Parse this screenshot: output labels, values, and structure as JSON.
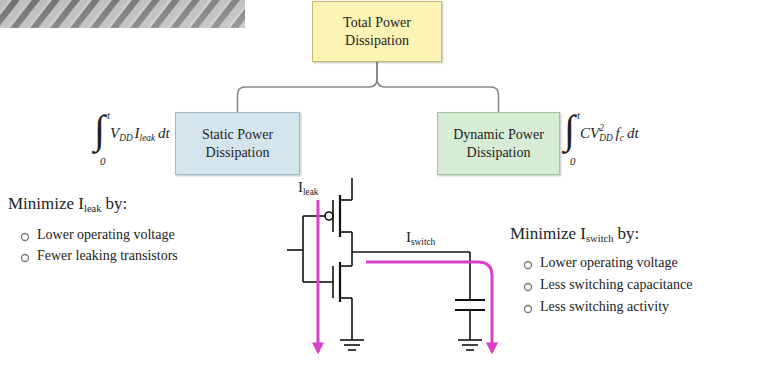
{
  "diagram": {
    "nodes": [
      {
        "text": [
          "Total Power Dissipation"
        ]
      },
      {
        "text": [
          "Static Power Dissipation"
        ]
      },
      {
        "text": [
          "Dynamic Power Dissipation"
        ]
      }
    ],
    "edges": [
      {
        "from": 0,
        "to": 1,
        "arrow": "none"
      },
      {
        "from": 0,
        "to": 2,
        "arrow": "none"
      }
    ],
    "labels": [
      "∫",
      "t",
      "0",
      "V",
      "DD",
      "I",
      "leak",
      "dt",
      "∫",
      "t",
      "0",
      "CV",
      "2",
      "DD",
      "f",
      "c",
      "dt",
      "Minimize I",
      "leak",
      "by:",
      "Lower operating voltage",
      "Fewer leaking transistors",
      "I",
      "leak",
      "I",
      "switch",
      "Minimize I",
      "switch",
      "by:",
      "Lower operating voltage",
      "Less switching capacitance",
      "Less switching activity"
    ]
  }
}
